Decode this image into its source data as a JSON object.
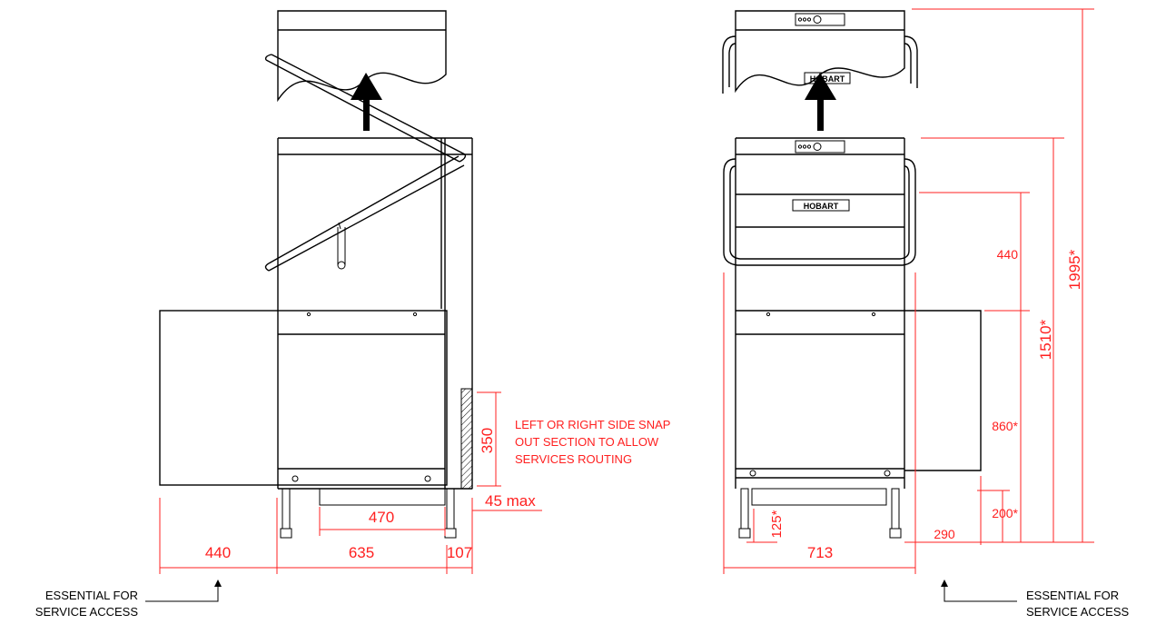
{
  "colors": {
    "dimension": "#ff2020",
    "outline": "#000000",
    "background": "#ffffff"
  },
  "side_view": {
    "dims": {
      "left_table": "440",
      "machine_depth": "635",
      "rear_gap": "107",
      "tray": "470",
      "rear_clearance": "45 max",
      "snap_out": "350"
    },
    "note": [
      "LEFT OR RIGHT SIDE SNAP",
      "OUT SECTION TO ALLOW",
      "SERVICES ROUTING"
    ],
    "service_label": [
      "ESSENTIAL FOR",
      "SERVICE ACCESS"
    ]
  },
  "front_view": {
    "brand": "HOBART",
    "dims": {
      "hood_travel": "440",
      "table_height": "860*",
      "closed_height": "1510*",
      "open_height": "1995*",
      "width": "713",
      "foot_height": "125*",
      "inlet_height": "200*",
      "right_offset": "290"
    },
    "service_label": [
      "ESSENTIAL FOR",
      "SERVICE ACCESS"
    ]
  }
}
